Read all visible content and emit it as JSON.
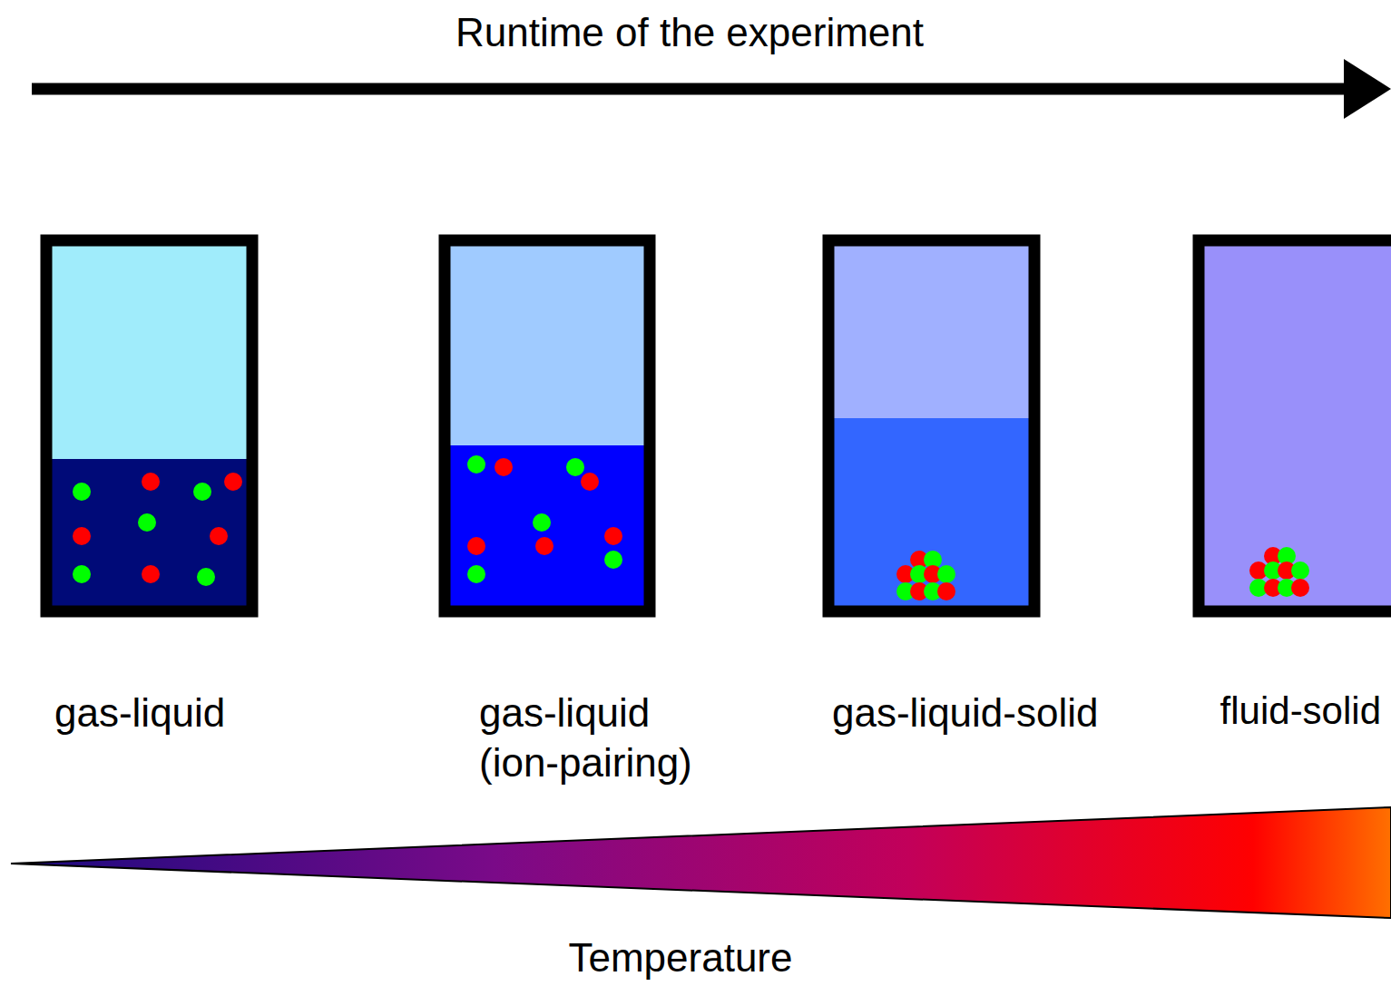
{
  "diagram": {
    "labels": [
      "Runtime of the experiment",
      "gas-liquid",
      "gas-liquid (ion-pairing)",
      "gas-liquid-solid",
      "fluid-solid",
      "Temperature"
    ]
  }
}
